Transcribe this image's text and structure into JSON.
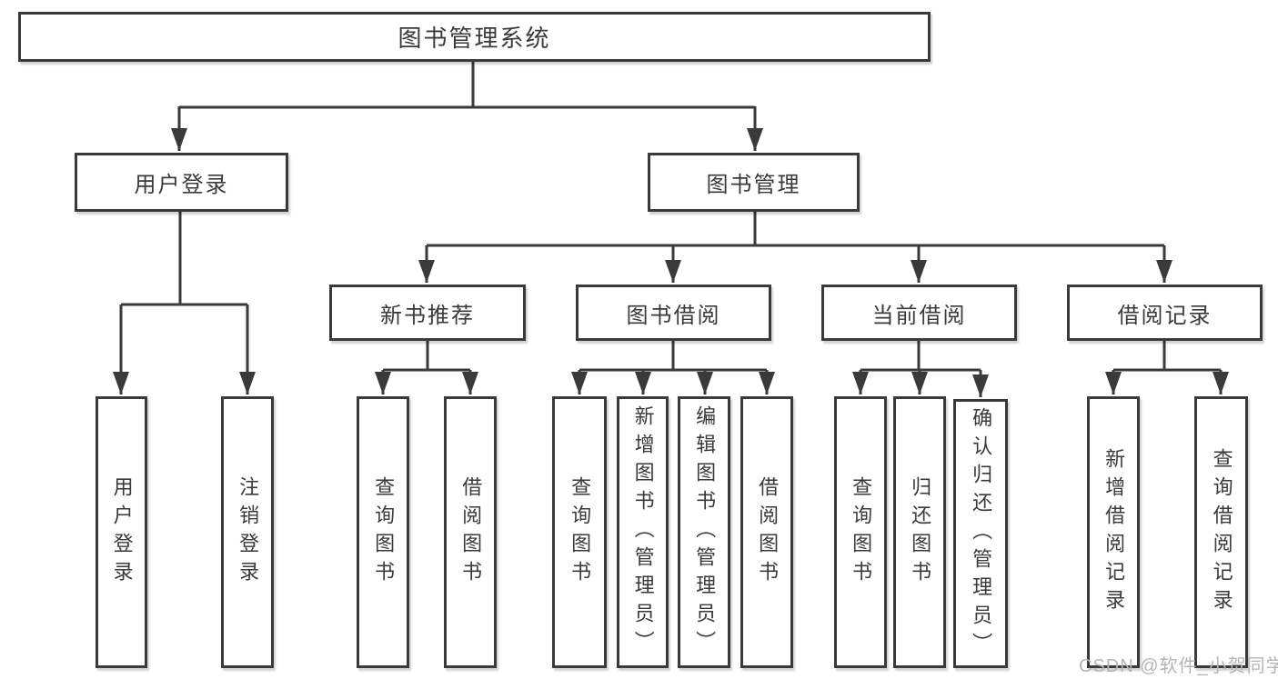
{
  "diagram": {
    "root": {
      "label": "图书管理系统"
    },
    "level2": {
      "user_login": {
        "label": "用户登录"
      },
      "book_mgmt": {
        "label": "图书管理"
      }
    },
    "level3": {
      "new_books": {
        "label": "新书推荐"
      },
      "borrowing": {
        "label": "图书借阅"
      },
      "current": {
        "label": "当前借阅"
      },
      "records": {
        "label": "借阅记录"
      }
    },
    "leaves": {
      "user_login": [
        "用户登录",
        "注销登录"
      ],
      "new_books": [
        "查询图书",
        "借阅图书"
      ],
      "borrowing": [
        "查询图书",
        "新增图书（管理员）",
        "编辑图书（管理员）",
        "借阅图书"
      ],
      "current": [
        "查询图书",
        "归还图书",
        "确认归还（管理员）"
      ],
      "records": [
        "新增借阅记录",
        "查询借阅记录"
      ]
    }
  },
  "watermark": {
    "text": "CSDN @软件_小贺同学"
  },
  "colors": {
    "line": "#3a3a3a",
    "text": "#3a3a3a",
    "box_bg": "#ffffff",
    "page_bg": "#ffffff",
    "watermark": "#b5b5b5"
  }
}
